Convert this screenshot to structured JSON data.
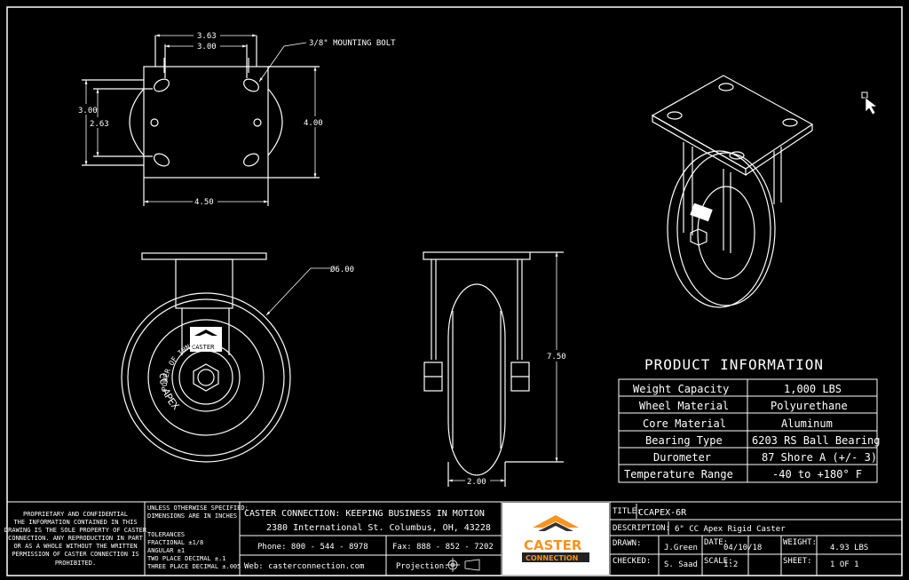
{
  "dimensions": {
    "top_width_outer": "3.63",
    "top_width_inner": "3.00",
    "mounting_bolt": "3/8\" MOUNTING BOLT",
    "left_outer": "3.00",
    "left_inner": "2.63",
    "right_height": "4.00",
    "bottom_width": "4.50",
    "wheel_diameter": "Ø6.00",
    "overall_height": "7.50",
    "wheel_width": "2.00"
  },
  "wheel_text": {
    "brand_arc": "CC APEX",
    "tagline_arc": "POWER OF INNOVATION",
    "logo_text": "CASTER"
  },
  "product_info": {
    "title": "PRODUCT INFORMATION",
    "rows": [
      {
        "label": "Weight Capacity",
        "value": "1,000 LBS"
      },
      {
        "label": "Wheel Material",
        "value": "Polyurethane"
      },
      {
        "label": "Core Material",
        "value": "Aluminum"
      },
      {
        "label": "Bearing Type",
        "value": "6203 RS Ball Bearing"
      },
      {
        "label": "Durometer",
        "value": "87 Shore A (+/- 3)"
      },
      {
        "label": "Temperature Range",
        "value": "-40 to +180° F"
      }
    ]
  },
  "title_block": {
    "proprietary": [
      "PROPRIETARY AND CONFIDENTIAL",
      "THE INFORMATION CONTAINED IN THIS",
      "DRAWING IS THE SOLE PROPERTY OF CASTER",
      "CONNECTION. ANY REPRODUCTION IN PART",
      "OR AS A WHOLE WITHOUT THE WRITTEN",
      "PERMISSION OF CASTER CONNECTION IS",
      "PROHIBITED."
    ],
    "unless_line1": "UNLESS OTHERWISE SPECIFIED:",
    "unless_line2": "DIMENSIONS ARE IN INCHES",
    "tolerances": "TOLERANCES",
    "fractional": "FRACTIONAL  ±1/8",
    "angular": "ANGULAR  ±1",
    "two_place": "TWO PLACE DECIMAL  ±.1",
    "three_place": "THREE PLACE DECIMAL  ±.005",
    "company_tagline": "CASTER CONNECTION: KEEPING BUSINESS IN MOTION",
    "address": "2380 International St. Columbus, OH, 43228",
    "phone": "Phone: 800 - 544 - 8978",
    "fax": "Fax: 888 - 852 - 7202",
    "web": "Web:  casterconnection.com",
    "projection": "Projection:",
    "logo_word1": "CASTER",
    "logo_word2": "CONNECTION",
    "title_label": "TITLE:",
    "title_value": "CCAPEX-6R",
    "description_label": "DESCRIPTION:",
    "description_value": "6\" CC Apex Rigid Caster",
    "drawn_label": "DRAWN:",
    "drawn_value": "J.Green",
    "date_label": "DATE:",
    "date_value": "04/10/18",
    "weight_label": "WEIGHT:",
    "weight_value": "4.93 LBS",
    "checked_label": "CHECKED:",
    "checked_value": "S. Saad",
    "scale_label": "SCALE:",
    "scale_value": "1:2",
    "sheet_label": "SHEET:",
    "sheet_value": "1 OF 1"
  },
  "colors": {
    "background": "#000000",
    "lines": "#ffffff",
    "logo_orange": "#f7941d",
    "logo_bg": "#ffffff"
  }
}
